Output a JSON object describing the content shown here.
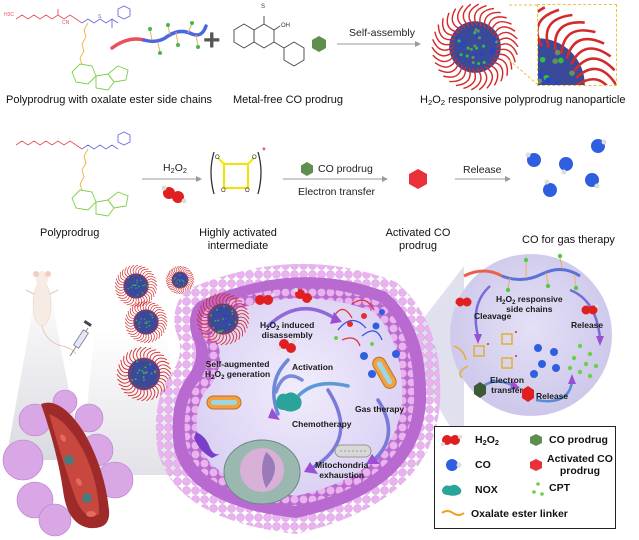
{
  "top_row": {
    "polyprodrug_caption": "Polyprodrug with oxalate ester side chains",
    "co_prodrug_caption": "Metal-free CO prodrug",
    "arrow_label": "Self-assembly",
    "nanoparticle_caption_pre": "H",
    "nanoparticle_caption_sub1": "2",
    "nanoparticle_caption_mid": "O",
    "nanoparticle_caption_sub2": "2",
    "nanoparticle_caption_post": " responsive polyprodrug nanoparticle",
    "chem_labels": {
      "h3c": "H3C",
      "o": "O",
      "n_h": "H",
      "cn": "CN",
      "s": "S",
      "oh": "OH",
      "n": "N"
    },
    "plus_symbol": "+"
  },
  "middle_row": {
    "step1_label": "Polyprodrug",
    "arrow1_label_pre": "H",
    "arrow1_label_sub1": "2",
    "arrow1_label_mid": "O",
    "arrow1_label_sub2": "2",
    "step2_label_line1": "Highly activated",
    "step2_label_line2": "intermediate",
    "intermediate_star": "*",
    "arrow2_label_top": "CO prodrug",
    "arrow2_label_bottom": "Electron transfer",
    "step3_label_line1": "Activated CO",
    "step3_label_line2": "prodrug",
    "arrow3_label": "Release",
    "step4_label": "CO for gas therapy"
  },
  "bottom": {
    "cell_labels": {
      "h2o2_induced_line1_pre": "H",
      "h2o2_induced_line1_post": "O",
      "h2o2_induced_line1_tail": " induced",
      "h2o2_induced_line2": "disassembly",
      "self_aug_line1": "Self-augmented",
      "self_aug_line2_post": " generation",
      "activation": "Activation",
      "chemotherapy": "Chemotherapy",
      "gas_therapy": "Gas therapy",
      "mito_line1": "Mitochondria",
      "mito_line2": "exhaustion"
    },
    "inset_labels": {
      "responsive_line1_tail": " responsive",
      "responsive_line2": "side chains",
      "cleavage": "Cleavage",
      "release_right": "Release",
      "electron_line1": "Electron",
      "electron_line2": "transfer",
      "release_bottom": "Release"
    },
    "sub2": "2",
    "h": "H",
    "o": "O"
  },
  "legend": {
    "items": [
      {
        "icon": "h2o2-molecule-icon",
        "label": "H2O2",
        "label_pre": "H",
        "label_mid": "O",
        "label_sub": "2"
      },
      {
        "icon": "co-prodrug-hexagon-icon",
        "label": "CO prodrug"
      },
      {
        "icon": "co-molecule-icon",
        "label": "CO"
      },
      {
        "icon": "activated-co-prodrug-hexagon-icon",
        "label_line1": "Activated CO",
        "label_line2": "prodrug"
      },
      {
        "icon": "nox-protein-icon",
        "label": "NOX"
      },
      {
        "icon": "cpt-dots-icon",
        "label": "CPT"
      },
      {
        "icon": "oxalate-linker-icon",
        "label": "Oxalate ester linker"
      }
    ]
  },
  "colors": {
    "peg_red": "#e8505b",
    "polymer_blue": "#6a6ae0",
    "linker_orange": "#f0b040",
    "cpt_green": "#7ccf4a",
    "co_prodrug_green": "#5f8f4f",
    "activated_red": "#e8313a",
    "co_blue": "#2f5fe0",
    "intermediate_yellow": "#f2e400",
    "membrane_pink": "#e7a7ef",
    "cell_interior": "#e4dcf8",
    "arrow_purple": "#9a4fd4",
    "arrow_gray": "#9a9a9a"
  }
}
